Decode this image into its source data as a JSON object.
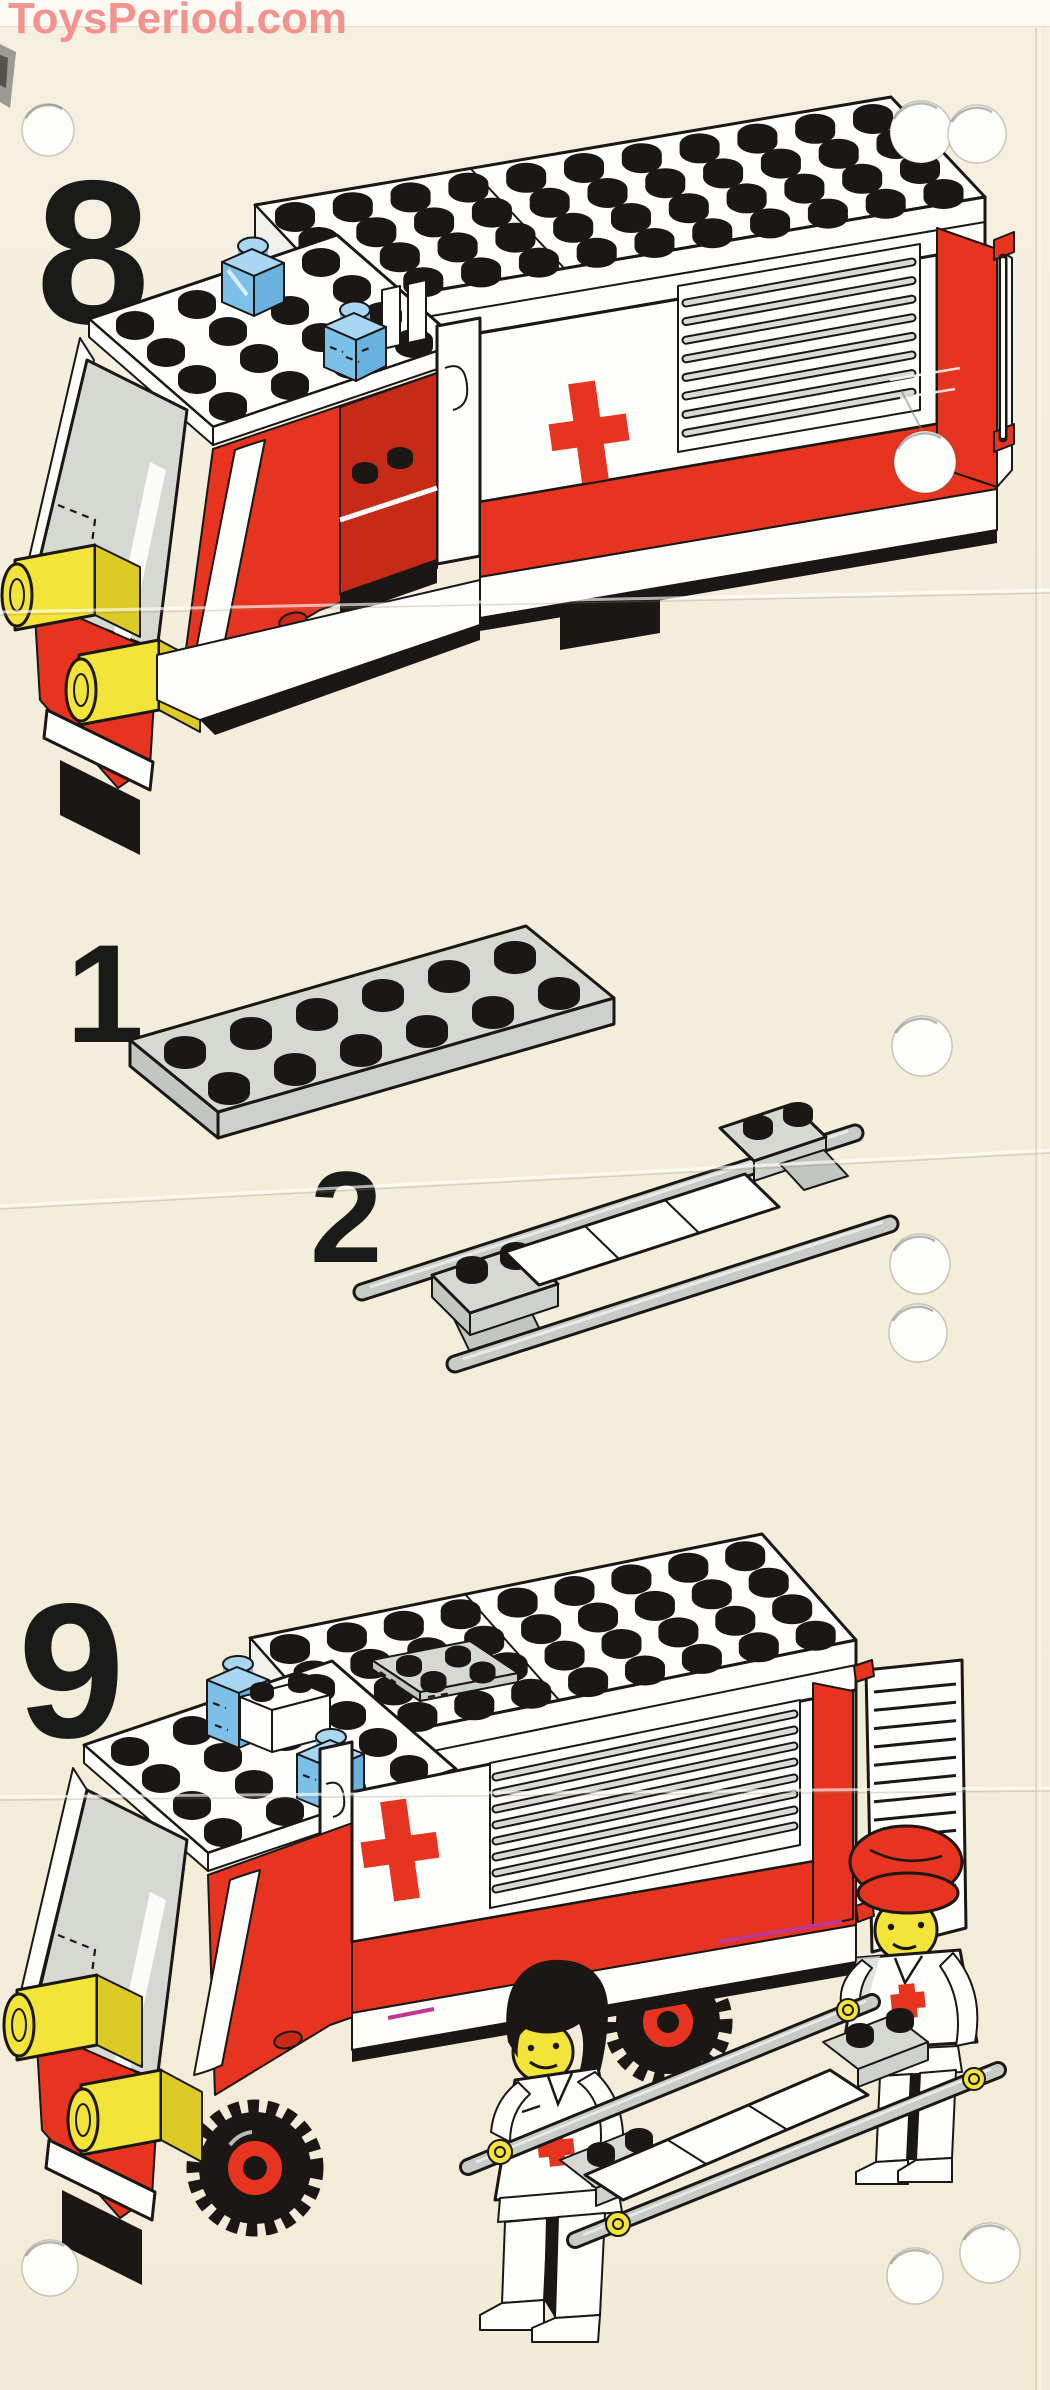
{
  "watermark": {
    "text": "ToysPeriod.com"
  },
  "steps": [
    {
      "label": "8"
    },
    {
      "label": "1"
    },
    {
      "label": "2"
    },
    {
      "label": "9"
    }
  ],
  "palette": {
    "paper": "#f3eedb",
    "red": "#e73420",
    "dark_red": "#c62b18",
    "light_blue": "#7cc0e8",
    "yellow": "#f2e438",
    "gray": "#d6d8d2",
    "ink_black": "#1a1714",
    "watermark_pink": "#f4928e",
    "magenta_misprint": "#c0388c"
  }
}
